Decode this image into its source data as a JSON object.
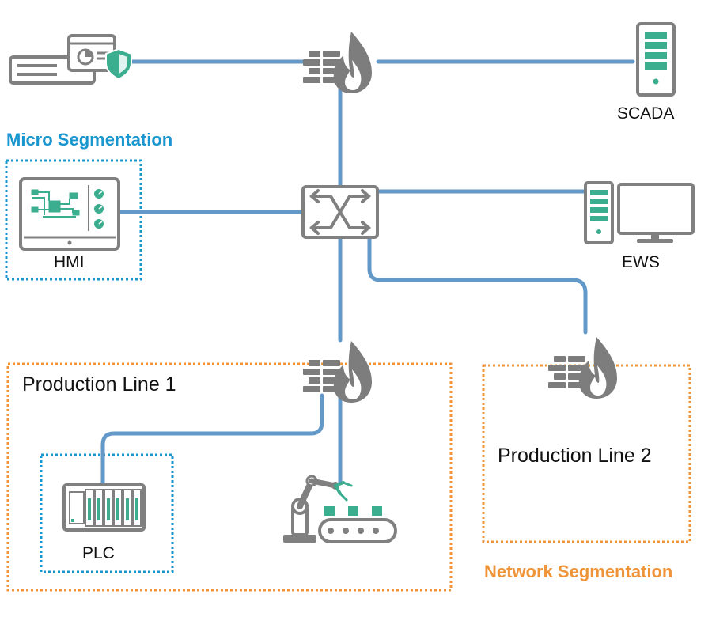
{
  "labels": {
    "micro_segmentation": "Micro Segmentation",
    "network_segmentation": "Network Segmentation",
    "scada": "SCADA",
    "hmi": "HMI",
    "ews": "EWS",
    "plc": "PLC",
    "production_line_1": "Production Line 1",
    "production_line_2": "Production Line 2"
  },
  "colors": {
    "link": "#6399c9",
    "device_gray": "#808080",
    "accent_teal": "#3aae8f",
    "micro_border": "#1a96cf",
    "network_border": "#f0943a",
    "firewall_flame": "#808080"
  },
  "icons": {
    "top_left": "policy-server-icon",
    "firewalls": "firewall-icon",
    "switch": "network-switch-icon",
    "scada": "server-tower-icon",
    "ews": "workstation-icon",
    "hmi": "hmi-panel-icon",
    "plc": "plc-rack-icon",
    "robot": "robot-conveyor-icon"
  }
}
